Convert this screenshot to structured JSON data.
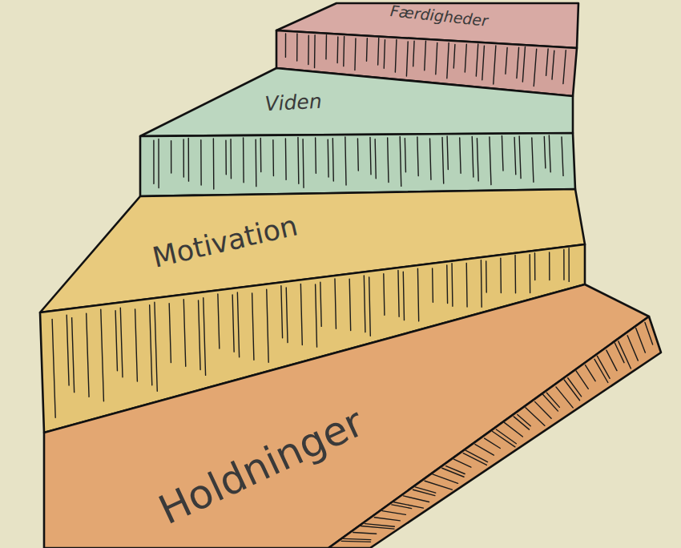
{
  "diagram": {
    "nodes": [
      {
        "text": [
          "Færdigheder"
        ]
      },
      {
        "text": [
          "Viden"
        ]
      },
      {
        "text": [
          "Motivation"
        ]
      },
      {
        "text": [
          "Holdninger"
        ]
      }
    ]
  }
}
